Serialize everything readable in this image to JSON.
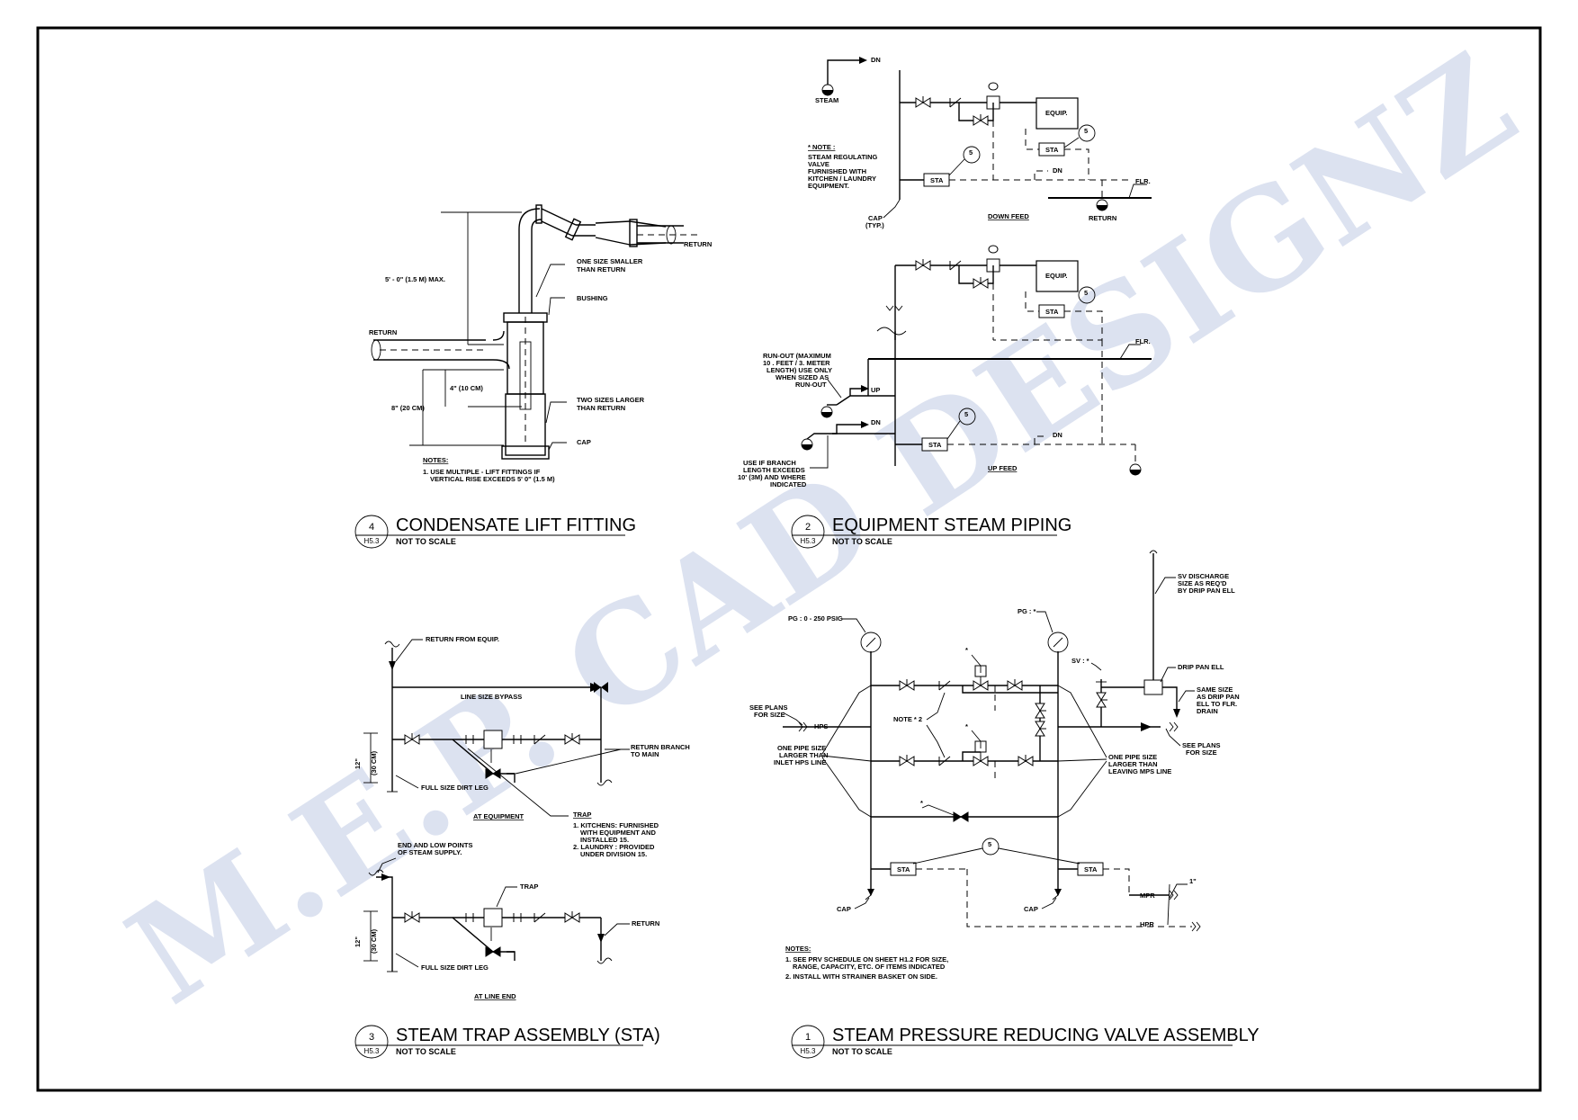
{
  "watermark": "M.E.P. CAD DESIGNZ",
  "details": {
    "d4": {
      "num": "4",
      "sheet": "H5.3",
      "title": "CONDENSATE LIFT FITTING",
      "scale": "NOT TO SCALE",
      "labels": {
        "return_top": "RETURN",
        "max_height": "5' - 0\" (1.5 M) MAX.",
        "one_size": "ONE SIZE SMALLER",
        "one_size2": "THAN RETURN",
        "bushing": "BUSHING",
        "return_left": "RETURN",
        "four_in": "4\" (10 CM)",
        "eight_in": "8\" (20 CM)",
        "two_sizes": "TWO SIZES LARGER",
        "two_sizes2": "THAN RETURN",
        "cap": "CAP",
        "notes_h": "NOTES:",
        "note1a": "1. USE MULTIPLE - LIFT FITTINGS IF",
        "note1b": "VERTICAL RISE EXCEEDS 5' 0\" (1.5 M)"
      }
    },
    "d2": {
      "num": "2",
      "sheet": "H5.3",
      "title": "EQUIPMENT STEAM PIPING",
      "scale": "NOT TO SCALE",
      "labels": {
        "dn1": "DN",
        "steam": "STEAM",
        "equip1": "EQUIP.",
        "sta1": "STA",
        "sta2": "STA",
        "five1": "5",
        "five2": "5",
        "dn2": "DN",
        "flr1": "FLR.",
        "return1": "RETURN",
        "note_h": "* NOTE :",
        "note_l1": "STEAM REGULATING",
        "note_l2": "VALVE",
        "note_l3": "FURNISHED WITH",
        "note_l4": "KITCHEN / LAUNDRY",
        "note_l5": "EQUIPMENT.",
        "cap1": "CAP",
        "cap2": "(TYP.)",
        "down_feed": "DOWN FEED",
        "equip2": "EQUIP.",
        "sta3": "STA",
        "five3": "5",
        "flr2": "FLR.",
        "runout1": "RUN-OUT (MAXIMUM",
        "runout2": "10 . FEET / 3. METER",
        "runout3": "LENGTH) USE ONLY",
        "runout4": "WHEN SIZED AS",
        "runout5": "RUN-OUT",
        "up": "UP",
        "dn3": "DN",
        "sta4": "STA",
        "five4": "5",
        "dn4": "DN",
        "use1": "USE IF BRANCH",
        "use2": "LENGTH EXCEEDS",
        "use3": "10' (3M) AND WHERE",
        "use4": "INDICATED",
        "up_feed": "UP FEED"
      }
    },
    "d3": {
      "num": "3",
      "sheet": "H5.3",
      "title": "STEAM TRAP ASSEMBLY (STA)",
      "scale": "NOT TO SCALE",
      "labels": {
        "return_from": "RETURN FROM EQUIP.",
        "bypass": "LINE SIZE BYPASS",
        "return_branch": "RETURN BRANCH",
        "to_main": "TO MAIN",
        "twelve1": "12\"",
        "thirty1": "(30 CM)",
        "dirt1": "FULL SIZE DIRT LEG",
        "at_equipment": "AT EQUIPMENT",
        "trap_h": "TRAP",
        "trap1a": "1. KITCHENS: FURNISHED",
        "trap1b": "WITH EQUIPMENT AND",
        "trap1c": "INSTALLED 15.",
        "trap2a": "2. LAUNDRY : PROVIDED",
        "trap2b": "UNDER DIVISION 15.",
        "end1": "END AND LOW POINTS",
        "end2": "OF STEAM SUPPLY.",
        "trap2": "TRAP",
        "return2": "RETURN",
        "twelve2": "12\"",
        "thirty2": "(30 CM)",
        "dirt2": "FULL SIZE DIRT LEG",
        "at_line_end": "AT LINE END"
      }
    },
    "d1": {
      "num": "1",
      "sheet": "H5.3",
      "title": "STEAM PRESSURE REDUCING VALVE ASSEMBLY",
      "scale": "NOT TO SCALE",
      "labels": {
        "pg1": "PG : 0 - 250 PSIG",
        "pg2": "PG : *",
        "sv_dis1": "SV DISCHARGE",
        "sv_dis2": "SIZE AS REQ'D",
        "sv_dis3": "BY DRIP PAN ELL",
        "sv": "SV : *",
        "drip": "DRIP PAN ELL",
        "same1": "SAME SIZE",
        "same2": "AS DRIP PAN",
        "same3": "ELL TO FLR.",
        "same4": "DRAIN",
        "see1": "SEE PLANS",
        "see2": "FOR SIZE",
        "hps": "HPS",
        "one1": "ONE PIPE SIZE",
        "one2": "LARGER THAN",
        "one3": "INLET HPS LINE",
        "note2": "NOTE * 2",
        "star1": "*",
        "star2": "*",
        "star3": "*",
        "oneL1": "ONE PIPE SIZE",
        "oneL2": "LARGER THAN",
        "oneL3": "LEAVING MPS LINE",
        "see3": "SEE PLANS",
        "see4": "FOR SIZE",
        "five": "5",
        "sta1": "STA",
        "sta2": "STA",
        "cap1": "CAP",
        "cap2": "CAP",
        "mpr": "MPR",
        "hpr": "HPR",
        "one_in": "1\"",
        "notes_h": "NOTES:",
        "n1a": "1. SEE PRV SCHEDULE ON SHEET H1.2 FOR SIZE,",
        "n1b": "RANGE, CAPACITY, ETC. OF ITEMS INDICATED",
        "n2": "2. INSTALL WITH STRAINER BASKET ON SIDE."
      }
    }
  }
}
